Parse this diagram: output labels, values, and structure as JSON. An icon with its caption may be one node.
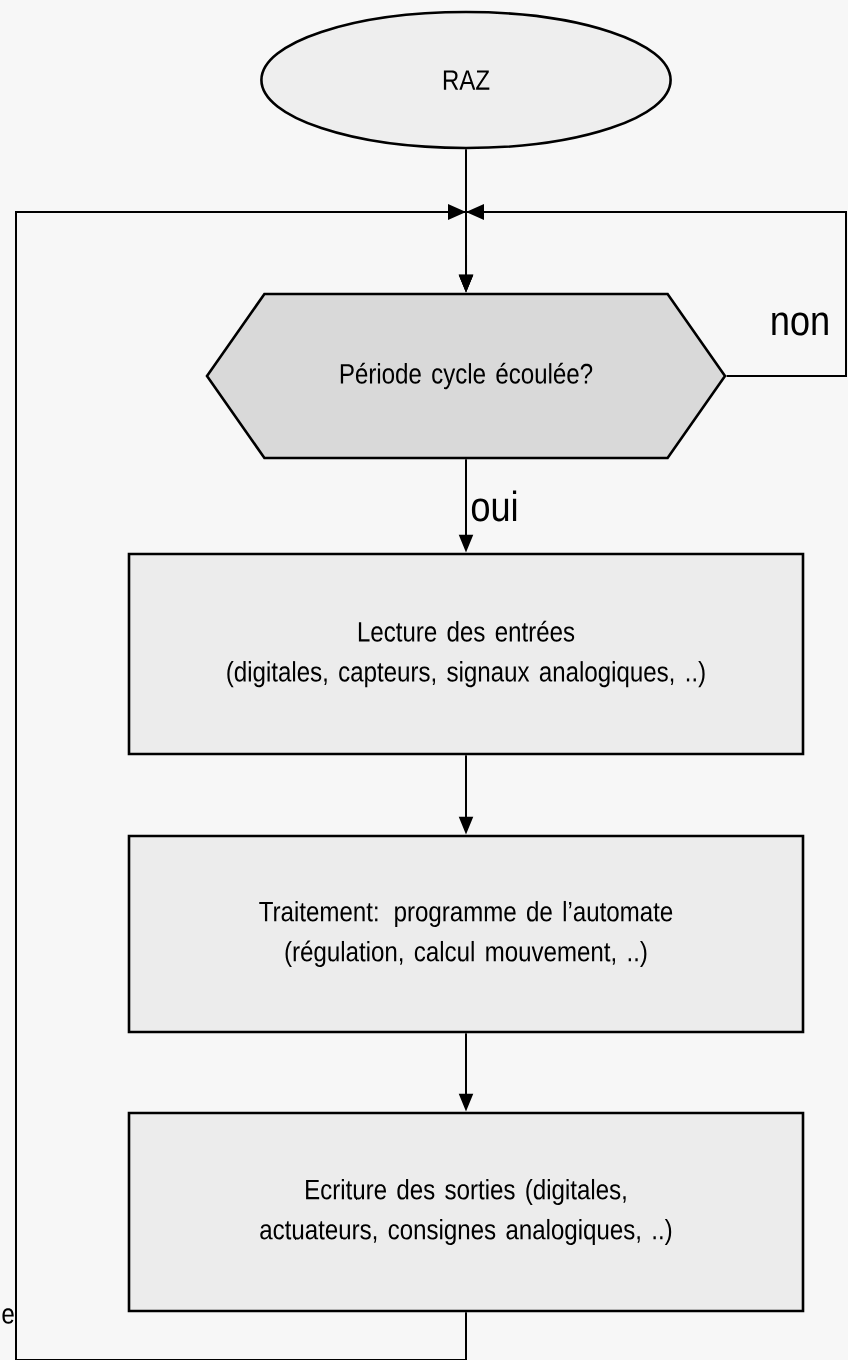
{
  "diagram": {
    "nodes": [
      {
        "text": [
          "RAZ"
        ]
      },
      {
        "text": [
          "Période cycle écoulée?"
        ]
      },
      {
        "text": [
          "Lecture des entrées",
          "(digitales, capteurs, signaux analogiques, ..)"
        ]
      },
      {
        "text": [
          "Traitement: programme de l’automate",
          "(régulation, calcul mouvement, ..)"
        ]
      },
      {
        "text": [
          "Ecriture des sorties  (digitales, actuateurs, consignes analogiques, ..)"
        ]
      }
    ],
    "edges": [
      {
        "from": 0,
        "to": 1,
        "arrow": "to"
      },
      {
        "from": 1,
        "to": 2,
        "arrow": "to",
        "label": "oui"
      },
      {
        "from": 2,
        "to": 3,
        "arrow": "to"
      },
      {
        "from": 3,
        "to": 4,
        "arrow": "to"
      },
      {
        "from": 4,
        "to": 1,
        "arrow": "to"
      },
      {
        "from": 1,
        "to": 1,
        "arrow": "to",
        "label": "non"
      }
    ],
    "labels": [
      "e"
    ]
  }
}
